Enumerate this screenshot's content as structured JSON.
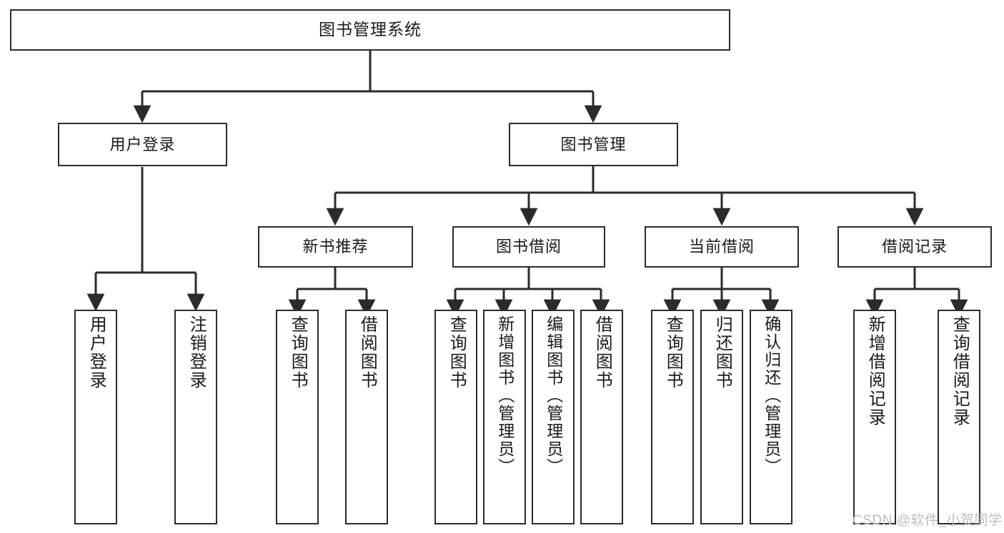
{
  "diagram": {
    "title": "图书管理系统",
    "type": "tree",
    "watermark": "CSDN @软件_小贺同学",
    "colors": {
      "border": "#2b2b2b",
      "background": "#ffffff",
      "text": "#1a1a1a",
      "connector": "#2b2b2b",
      "watermark": "#bdbdbd"
    },
    "root": {
      "label": "图书管理系统"
    },
    "level2": [
      {
        "id": "user-login",
        "label": "用户登录"
      },
      {
        "id": "book-manage",
        "label": "图书管理"
      }
    ],
    "level3": [
      {
        "id": "new-book-recommend",
        "label": "新书推荐"
      },
      {
        "id": "book-borrow",
        "label": "图书借阅"
      },
      {
        "id": "current-borrow",
        "label": "当前借阅"
      },
      {
        "id": "borrow-record",
        "label": "借阅记录"
      }
    ],
    "leaves": {
      "user-login": [
        {
          "id": "leaf-user-login",
          "label": "用户登录"
        },
        {
          "id": "leaf-logout",
          "label": "注销登录"
        }
      ],
      "new-book-recommend": [
        {
          "id": "leaf-query-book-1",
          "label": "查询图书"
        },
        {
          "id": "leaf-borrow-book-1",
          "label": "借阅图书"
        }
      ],
      "book-borrow": [
        {
          "id": "leaf-query-book-2",
          "label": "查询图书"
        },
        {
          "id": "leaf-add-book",
          "label": "新增图书（管理员）"
        },
        {
          "id": "leaf-edit-book",
          "label": "编辑图书（管理员）"
        },
        {
          "id": "leaf-borrow-book-2",
          "label": "借阅图书"
        }
      ],
      "current-borrow": [
        {
          "id": "leaf-query-book-3",
          "label": "查询图书"
        },
        {
          "id": "leaf-return-book",
          "label": "归还图书"
        },
        {
          "id": "leaf-confirm-return",
          "label": "确认归还（管理员）"
        }
      ],
      "borrow-record": [
        {
          "id": "leaf-add-record",
          "label": "新增借阅记录"
        },
        {
          "id": "leaf-query-record",
          "label": "查询借阅记录"
        }
      ]
    }
  }
}
